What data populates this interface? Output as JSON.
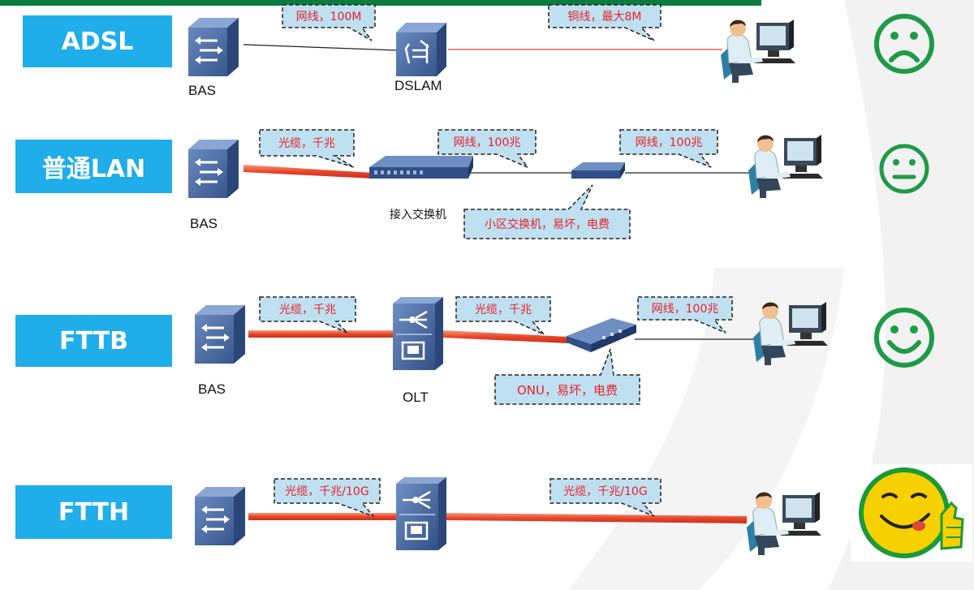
{
  "colors": {
    "label_bg": "#1faee9",
    "callout_bg": "#bfe0f0",
    "callout_text": "#e8212b",
    "fiber": "#e8452a",
    "copper": "#d94a3a",
    "face_green": "#1f9a48",
    "device_blue": "#4a6fa5"
  },
  "rows": [
    {
      "label": "ADSL",
      "devices": {
        "bas": "BAS",
        "mid": "DSLAM"
      },
      "callouts": [
        "网线，100M",
        "铜线，最大8M"
      ],
      "rating_icon": "sad-face-icon"
    },
    {
      "label": "普通LAN",
      "devices": {
        "bas": "BAS",
        "mid": "接入交换机"
      },
      "callouts": [
        "光缆，千兆",
        "网线，100兆",
        "网线，100兆",
        "小区交换机，易坏，电费"
      ],
      "rating_icon": "neutral-face-icon"
    },
    {
      "label": "FTTB",
      "devices": {
        "bas": "BAS",
        "mid": "OLT"
      },
      "callouts": [
        "光缆，千兆",
        "光缆，千兆",
        "网线，100兆",
        "ONU，易坏，电费"
      ],
      "rating_icon": "smile-face-icon"
    },
    {
      "label": "FTTH",
      "callouts": [
        "光缆，千兆/10G",
        "光缆，千兆/10G"
      ],
      "rating_icon": "thumbs-up-emoji-icon"
    }
  ]
}
